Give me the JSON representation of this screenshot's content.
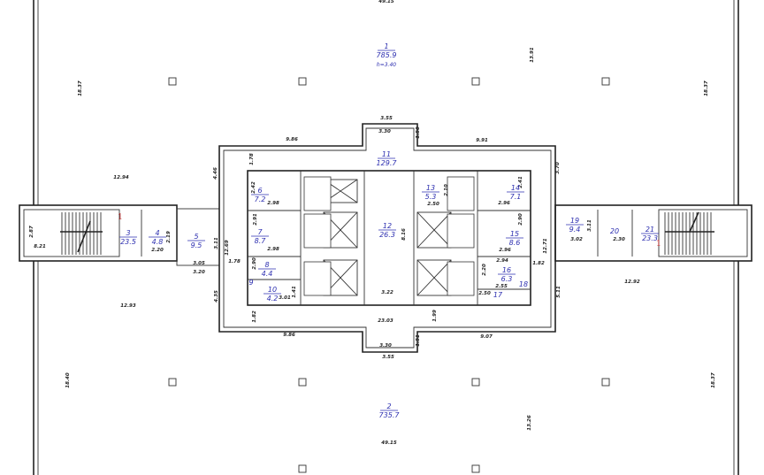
{
  "plan": {
    "accent_color": "#2d2fb0",
    "wall_color": "#222222",
    "rooms": [
      {
        "number": "1",
        "area": "785.9",
        "height": "h=3.40"
      },
      {
        "number": "2",
        "area": "735.7"
      },
      {
        "number": "3",
        "area": "23.5"
      },
      {
        "number": "4",
        "area": "4.8"
      },
      {
        "number": "5",
        "area": "9.5"
      },
      {
        "number": "6",
        "area": "7.2"
      },
      {
        "number": "7",
        "area": "8.7"
      },
      {
        "number": "8",
        "area": "4.4"
      },
      {
        "number": "9",
        "area": ""
      },
      {
        "number": "10",
        "area": "4.2"
      },
      {
        "number": "11",
        "area": "129.7"
      },
      {
        "number": "12",
        "area": "26.3"
      },
      {
        "number": "13",
        "area": "5.3"
      },
      {
        "number": "14",
        "area": "7.1"
      },
      {
        "number": "15",
        "area": "8.6"
      },
      {
        "number": "16",
        "area": "6.3"
      },
      {
        "number": "17",
        "area": ""
      },
      {
        "number": "18",
        "area": ""
      },
      {
        "number": "19",
        "area": "9.4"
      },
      {
        "number": "20",
        "area": ""
      },
      {
        "number": "21",
        "area": "23.3"
      }
    ],
    "stair_marks": [
      "1",
      "1"
    ],
    "dimensions": [
      "49.15",
      "18.37",
      "18.37",
      "13.91",
      "12.94",
      "12.93",
      "12.92",
      "18.40",
      "18.37",
      "13.26",
      "2.87",
      "8.21",
      "3.55",
      "3.30",
      "1.50",
      "9.86",
      "9.91",
      "4.46",
      "1.78",
      "3.70",
      "2.98",
      "2.50",
      "2.96",
      "2.10",
      "2.91",
      "2.98",
      "3.11",
      "12.69",
      "1.78",
      "3.05",
      "3.20",
      "2.19",
      "2.20",
      "8.16",
      "2.96",
      "2.90",
      "3.02",
      "2.30",
      "3.11",
      "12.71",
      "2.94",
      "2.20",
      "2.55",
      "2.50",
      "1.82",
      "5.11",
      "3.22",
      "3.01",
      "1.41",
      "4.35",
      "1.82",
      "1.99",
      "23.03",
      "9.86",
      "9.07",
      "3.30",
      "1.51",
      "3.55",
      "49.15",
      "2.42",
      "2.41",
      "2.90"
    ]
  }
}
